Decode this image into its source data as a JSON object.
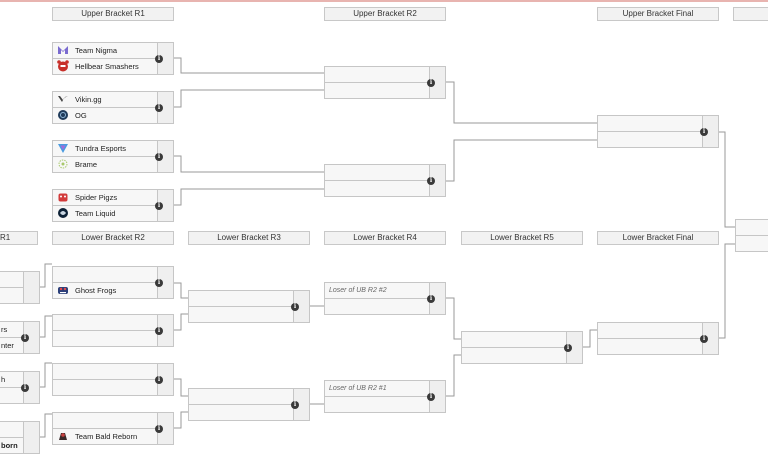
{
  "headers": {
    "ub_r1": "Upper Bracket R1",
    "ub_r2": "Upper Bracket R2",
    "ub_final": "Upper Bracket Final",
    "lb_r1_partial": "R1",
    "lb_r2": "Lower Bracket R2",
    "lb_r3": "Lower Bracket R3",
    "lb_r4": "Lower Bracket R4",
    "lb_r5": "Lower Bracket R5",
    "lb_final": "Lower Bracket Final"
  },
  "ub_r1": [
    {
      "team1": "Team Nigma",
      "logo1": "nigma-logo",
      "team2": "Hellbear Smashers",
      "logo2": "hellbear-logo"
    },
    {
      "team1": "Vikin.gg",
      "logo1": "vikin-logo",
      "team2": "OG",
      "logo2": "og-logo"
    },
    {
      "team1": "Tundra Esports",
      "logo1": "tundra-logo",
      "team2": "Brame",
      "logo2": "brame-logo"
    },
    {
      "team1": "Spider Pigzs",
      "logo1": "spider-pigzs-logo",
      "team2": "Team Liquid",
      "logo2": "liquid-logo"
    }
  ],
  "lb_r2": [
    {
      "team1": "",
      "team2": "Ghost Frogs",
      "logo2": "ghost-frogs-logo"
    },
    {
      "team1": "",
      "team2": ""
    },
    {
      "team1": "",
      "team2": ""
    },
    {
      "team1": "",
      "team2": "Team Bald Reborn",
      "logo2": "bald-reborn-logo"
    }
  ],
  "lb_r4": [
    {
      "team1": "Loser of UB R2 #2",
      "team2": ""
    },
    {
      "team1": "Loser of UB R2 #1",
      "team2": ""
    }
  ],
  "lb_r1_partial": {
    "row_a": "rs",
    "row_b": "nter",
    "row_c": "h",
    "row_d": "born"
  },
  "info_glyph": "i"
}
